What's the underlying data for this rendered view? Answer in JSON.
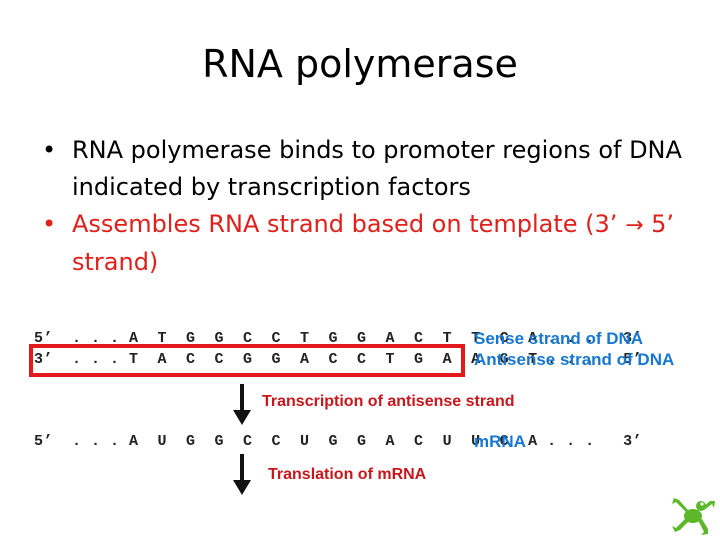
{
  "slide": {
    "title": "RNA polymerase",
    "bullets": [
      {
        "marker": "•",
        "text": "RNA polymerase binds to promoter regions of DNA indicated by transcription factors",
        "color": "#000000"
      },
      {
        "marker": "•",
        "text_prefix": "Assembles RNA strand based on template (3’",
        "arrow": "→",
        "text_suffix": " 5’ strand)",
        "color": "#e0201b"
      }
    ]
  },
  "diagram": {
    "sense_sequence": "5’  . . . A  T  G  G  C  C  T  G  G  A  C  T  T  C  A . . .   3’",
    "antisense_sequence": "3’  . . . T  A  C  C  G  G  A  C  C  T  G  A  A  G  T . . .   5’",
    "mrna_sequence": "5’  . . . A  U  G  G  C  C  U  G  G  A  C  U  U  C  A . . .   3’",
    "sense_label": "Sense strand of DNA",
    "antisense_label": "Antisense strand of DNA",
    "transcription_label": "Transcription of antisense strand",
    "mrna_label": "mRNA",
    "translation_label": "Translation of mRNA",
    "label_color": "#1877d0",
    "step_color": "#c8171c",
    "box_color": "#e31a1c"
  },
  "logo": {
    "icon": "frog-icon",
    "color": "#5cb82a"
  }
}
